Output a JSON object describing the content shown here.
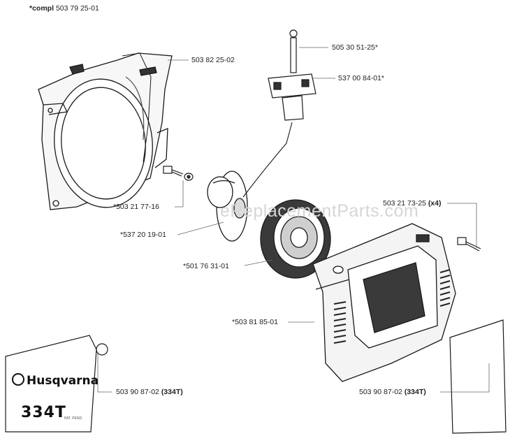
{
  "header": {
    "prefix": "*compl",
    "part": "503 79 25-01"
  },
  "labels": {
    "fan_housing": "503 82 25-02",
    "eyelet": "505 30 51-25*",
    "handle": "537 00 84-01*",
    "screw_center": "*503 21 77-16",
    "pulley": "*537 20 19-01",
    "screw_cover_part": "503 21 73-25",
    "screw_cover_qty": "(x4)",
    "spring_cassette": "*501 76 31-01",
    "starter_cover": "*503 81 85-01",
    "decal_left_part": "503 90 87-02",
    "decal_left_model": "(334T)",
    "decal_right_part": "503 90 87-02",
    "decal_right_model": "(334T)"
  },
  "watermark": "eReplacementParts.com",
  "decal": {
    "brand": "Husqvarna",
    "model": "334T",
    "small_text": "PAT. PEND."
  },
  "colors": {
    "line": "#1a1a1a",
    "shade": "#555555",
    "dark": "#222222"
  }
}
